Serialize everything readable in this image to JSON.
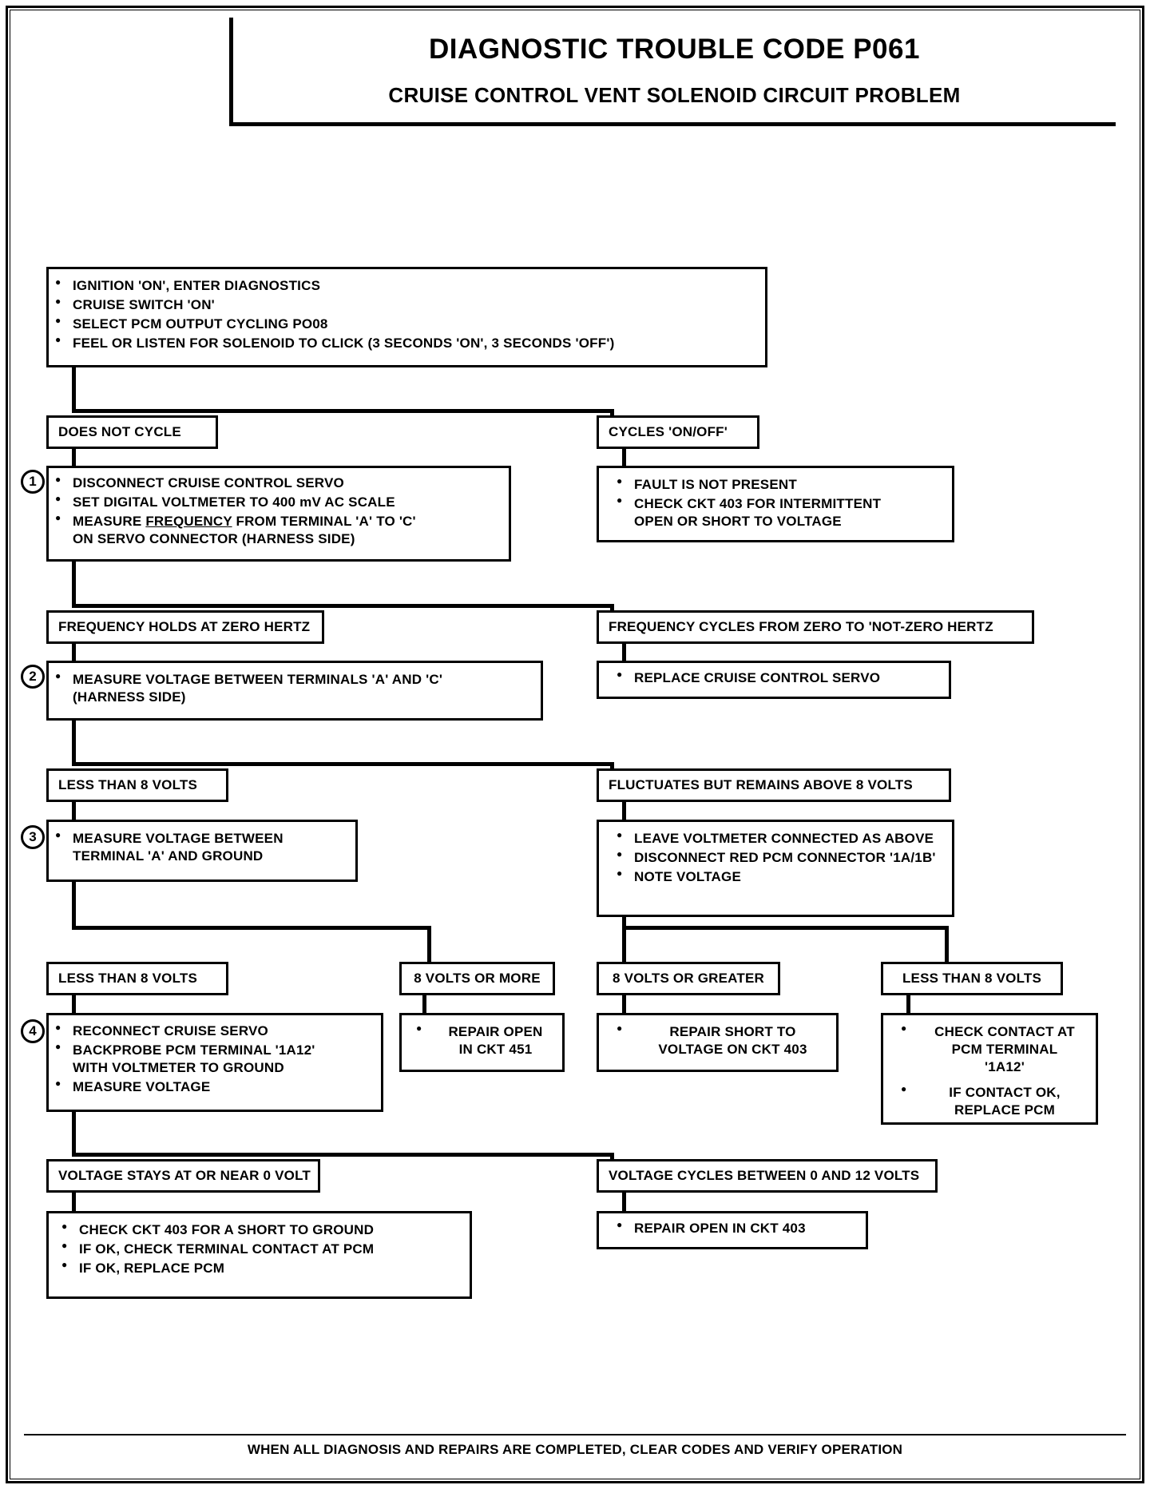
{
  "title": {
    "code_line": "DIAGNOSTIC TROUBLE CODE P061",
    "description_line": "CRUISE CONTROL VENT SOLENOID CIRCUIT PROBLEM"
  },
  "footer": {
    "note": "WHEN ALL DIAGNOSIS AND REPAIRS ARE COMPLETED, CLEAR CODES AND VERIFY OPERATION"
  },
  "steps": {
    "one": "1",
    "two": "2",
    "three": "3",
    "four": "4"
  },
  "start_box": {
    "items": [
      "IGNITION 'ON', ENTER DIAGNOSTICS",
      "CRUISE SWITCH 'ON'",
      "SELECT PCM OUTPUT CYCLING PO08",
      "FEEL OR LISTEN FOR SOLENOID TO CLICK (3 SECONDS 'ON', 3 SECONDS 'OFF')"
    ]
  },
  "branch_1": {
    "left_label": "DOES NOT CYCLE",
    "right_label": "CYCLES 'ON/OFF'"
  },
  "step1_box": {
    "items": [
      "DISCONNECT CRUISE CONTROL SERVO",
      "SET DIGITAL VOLTMETER TO 400 mV AC SCALE"
    ],
    "measure_prefix": "MEASURE ",
    "measure_underlined": "FREQUENCY",
    "measure_suffix": " FROM TERMINAL 'A' TO 'C'",
    "measure_line2": "ON SERVO CONNECTOR (HARNESS SIDE)"
  },
  "cycles_box": {
    "items": [
      "FAULT IS NOT PRESENT"
    ],
    "item2_line1": "CHECK CKT 403 FOR INTERMITTENT",
    "item2_line2": "OPEN OR SHORT TO VOLTAGE"
  },
  "branch_2": {
    "left_label": "FREQUENCY HOLDS AT ZERO HERTZ",
    "right_label": "FREQUENCY CYCLES FROM ZERO TO 'NOT-ZERO HERTZ"
  },
  "step2_box": {
    "line1": "MEASURE VOLTAGE BETWEEN TERMINALS 'A' AND 'C'",
    "line2": "(HARNESS SIDE)"
  },
  "replace_servo_box": {
    "item": "REPLACE CRUISE CONTROL SERVO"
  },
  "branch_3": {
    "left_label": "LESS THAN 8 VOLTS",
    "right_label": "FLUCTUATES BUT REMAINS ABOVE 8 VOLTS"
  },
  "step3_box": {
    "line1": "MEASURE VOLTAGE BETWEEN",
    "line2": "TERMINAL 'A' AND GROUND"
  },
  "fluctuates_box": {
    "items": [
      "LEAVE VOLTMETER CONNECTED AS ABOVE",
      "DISCONNECT RED PCM CONNECTOR '1A/1B'",
      "NOTE VOLTAGE"
    ]
  },
  "branch_4": {
    "label_a": "LESS THAN 8 VOLTS",
    "label_b": "8 VOLTS OR MORE",
    "label_c": "8 VOLTS OR GREATER",
    "label_d": "LESS THAN 8 VOLTS"
  },
  "step4_box": {
    "item1": "RECONNECT CRUISE SERVO",
    "item2_line1": "BACKPROBE PCM TERMINAL '1A12'",
    "item2_line2": "WITH VOLTMETER TO GROUND",
    "item3": "MEASURE VOLTAGE"
  },
  "repair_open_451_box": {
    "line1": "REPAIR OPEN",
    "line2": "IN CKT 451"
  },
  "repair_short_403_box": {
    "line1": "REPAIR SHORT TO",
    "line2": "VOLTAGE ON CKT 403"
  },
  "check_contact_box": {
    "item1_line1": "CHECK CONTACT AT",
    "item1_line2": "PCM TERMINAL",
    "item1_line3": "'1A12'",
    "item2_line1": "IF CONTACT OK,",
    "item2_line2": "REPLACE PCM"
  },
  "branch_5": {
    "left_label": "VOLTAGE STAYS AT OR NEAR 0 VOLT",
    "right_label": "VOLTAGE CYCLES BETWEEN 0 AND 12 VOLTS"
  },
  "final_left_box": {
    "items": [
      "CHECK CKT 403 FOR A SHORT TO GROUND",
      "IF OK, CHECK TERMINAL CONTACT AT PCM",
      "IF OK, REPLACE PCM"
    ]
  },
  "final_right_box": {
    "item": "REPAIR OPEN IN CKT 403"
  }
}
